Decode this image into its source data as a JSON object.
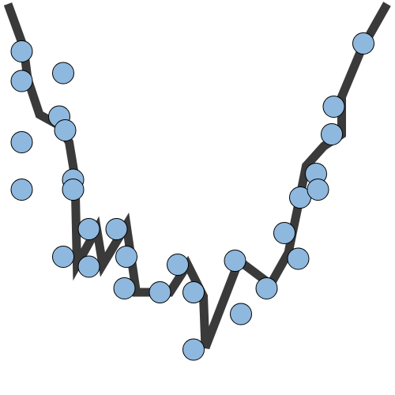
{
  "chart_data": {
    "type": "scatter",
    "xlim": [
      0,
      10
    ],
    "ylim": [
      0,
      10
    ],
    "grid": false,
    "axes_visible": false,
    "colors": {
      "point_fill": "#8fb8de",
      "point_stroke": "#000000",
      "line": "#3a3a3a",
      "background": "#ffffff"
    },
    "series": [
      {
        "kind": "points",
        "x": [
          0.55,
          0.55,
          1.6,
          1.5,
          1.65,
          0.55,
          1.85,
          0.55,
          1.85,
          2.25,
          1.6,
          2.25,
          2.95,
          3.2,
          3.15,
          4.05,
          4.5,
          4.9,
          4.9,
          5.95,
          6.1,
          6.75,
          7.2,
          7.6,
          7.55,
          8.0,
          8.05,
          8.4,
          8.45,
          9.2
        ],
        "y": [
          8.7,
          7.95,
          8.15,
          7.05,
          6.7,
          6.4,
          5.45,
          5.2,
          5.2,
          4.2,
          3.5,
          3.25,
          4.2,
          3.5,
          2.7,
          2.6,
          3.3,
          2.6,
          1.15,
          3.4,
          2.05,
          2.7,
          4.1,
          5.0,
          3.45,
          5.6,
          5.2,
          6.6,
          7.3,
          8.9
        ]
      },
      {
        "kind": "line",
        "x": [
          0.2,
          0.6,
          0.7,
          1.0,
          1.45,
          1.75,
          1.9,
          1.95,
          2.45,
          2.6,
          3.2,
          3.45,
          4.3,
          4.75,
          5.15,
          5.2,
          6.05,
          6.85,
          7.3,
          7.55,
          7.75,
          8.2,
          8.65,
          8.65,
          9.15,
          9.8
        ],
        "y": [
          9.9,
          8.8,
          8.0,
          7.1,
          6.85,
          6.4,
          5.5,
          3.3,
          4.2,
          3.3,
          4.3,
          2.6,
          2.6,
          3.3,
          2.5,
          1.2,
          3.4,
          2.8,
          3.6,
          4.8,
          5.8,
          6.3,
          6.6,
          7.55,
          8.75,
          9.9
        ]
      }
    ]
  }
}
